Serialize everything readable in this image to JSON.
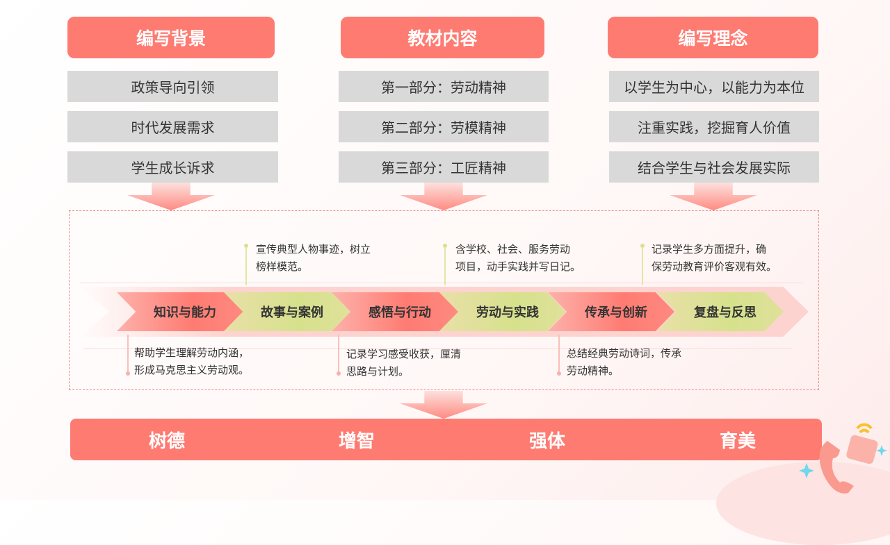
{
  "columns": [
    {
      "title": "编写背景",
      "items": [
        "政策导向引领",
        "时代发展需求",
        "学生成长诉求"
      ]
    },
    {
      "title": "教材内容",
      "items": [
        "第一部分：劳动精神",
        "第二部分：劳模精神",
        "第三部分：工匠精神"
      ]
    },
    {
      "title": "编写理念",
      "items": [
        "以学生为中心，以能力为本位",
        "注重实践，挖掘育人价值",
        "结合学生与社会发展实际"
      ]
    }
  ],
  "steps": [
    "知识与能力",
    "故事与案例",
    "感悟与行动",
    "劳动与实践",
    "传承与创新",
    "复盘与反思"
  ],
  "notes_top": [
    {
      "line1": "宣传典型人物事迹，树立",
      "line2": "榜样模范。"
    },
    {
      "line1": "含学校、社会、服务劳动",
      "line2": "项目，动手实践并写日记。"
    },
    {
      "line1": "记录学生多方面提升，确",
      "line2": "保劳动教育评价客观有效。"
    }
  ],
  "notes_bottom": [
    {
      "line1": "帮助学生理解劳动内涵，",
      "line2": "形成马克思主义劳动观。"
    },
    {
      "line1": "记录学习感受收获，厘清",
      "line2": "思路与计划。"
    },
    {
      "line1": "总结经典劳动诗词，传承",
      "line2": "劳动精神。"
    }
  ],
  "goals": [
    "树德",
    "增智",
    "强体",
    "育美"
  ],
  "colors": {
    "accent": "#fe7b72",
    "green": "#d6e18c",
    "gray": "#d9d9d9"
  }
}
